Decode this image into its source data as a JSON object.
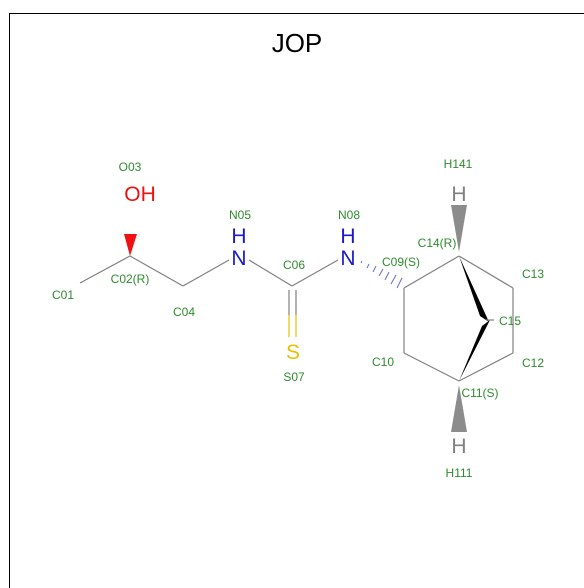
{
  "title": "JOP",
  "colors": {
    "bond": "#808080",
    "label": "#2e8b2e",
    "oxygen": "#ee1111",
    "nitrogen": "#1a1acc",
    "sulfur": "#e6c200",
    "hydrogen": "#808080",
    "wedge": "#000000"
  },
  "atoms": {
    "o03": {
      "label": "O03",
      "element": "OH"
    },
    "c01": {
      "label": "C01"
    },
    "c02": {
      "label": "C02(R)"
    },
    "c04": {
      "label": "C04"
    },
    "n05": {
      "label": "N05",
      "element": "H",
      "element2": "N"
    },
    "c06": {
      "label": "C06"
    },
    "s07": {
      "label": "S07",
      "element": "S"
    },
    "n08": {
      "label": "N08",
      "element": "H",
      "element2": "N"
    },
    "c09": {
      "label": "C09(S)"
    },
    "c10": {
      "label": "C10"
    },
    "c11": {
      "label": "C11(S)"
    },
    "c12": {
      "label": "C12"
    },
    "c13": {
      "label": "C13"
    },
    "c14": {
      "label": "C14(R)"
    },
    "c15": {
      "label": "C15"
    },
    "h141": {
      "label": "H141",
      "element": "H"
    },
    "h111": {
      "label": "H111",
      "element": "H"
    }
  }
}
